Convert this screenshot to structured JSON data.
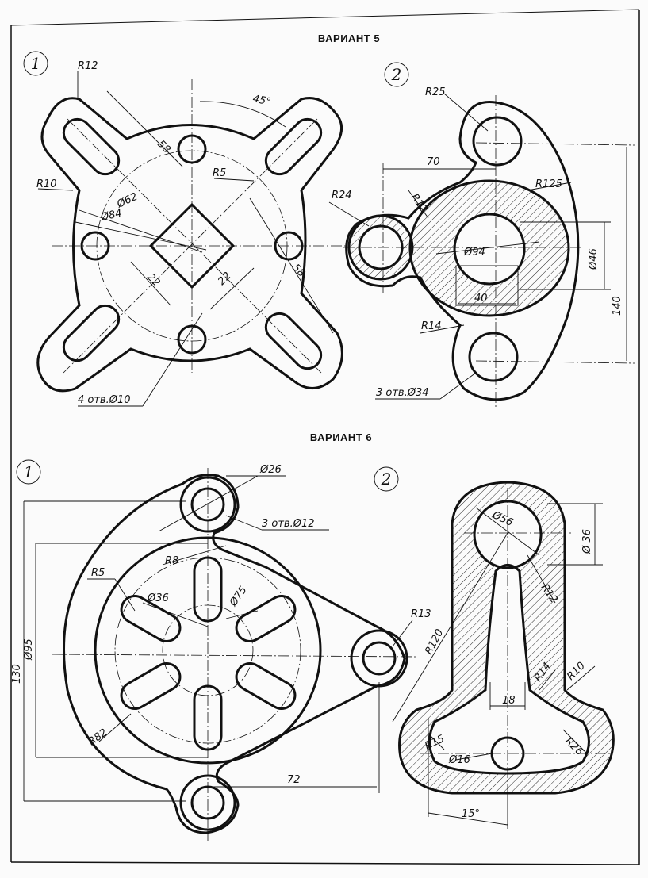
{
  "variant5": {
    "title": "ВАРИАНТ 5",
    "fig1": {
      "number": "1",
      "labels": {
        "r12": "R12",
        "r10": "R10",
        "r5": "R5",
        "angle": "45°",
        "d58a": "58",
        "d58b": "58",
        "d62": "Ø62",
        "d84": "Ø84",
        "d22a": "22",
        "d22b": "22",
        "holes": "4 отв.Ø10"
      }
    },
    "fig2": {
      "number": "2",
      "labels": {
        "r25": "R25",
        "d70": "70",
        "r24": "R24",
        "r12": "R12",
        "r125": "R125",
        "d94": "Ø94",
        "d46": "Ø46",
        "d40": "40",
        "d140": "140",
        "r14": "R14",
        "holes": "3 отв.Ø34"
      }
    }
  },
  "variant6": {
    "title": "ВАРИАНТ 6",
    "fig1": {
      "number": "1",
      "labels": {
        "d26": "Ø26",
        "holes": "3 отв.Ø12",
        "r8": "R8",
        "r5": "R5",
        "d36": "Ø36",
        "d75": "Ø75",
        "r13": "R13",
        "d95": "Ø95",
        "d130": "130",
        "r82": "R82",
        "d72": "72"
      }
    },
    "fig2": {
      "number": "2",
      "labels": {
        "d56": "Ø56",
        "d36": "Ø 36",
        "r12": "R12",
        "r120": "R120",
        "r14": "R14",
        "r10": "R10",
        "d18": "18",
        "r15": "R15",
        "d16": "Ø16",
        "r26": "R26",
        "angle": "15°"
      }
    }
  }
}
